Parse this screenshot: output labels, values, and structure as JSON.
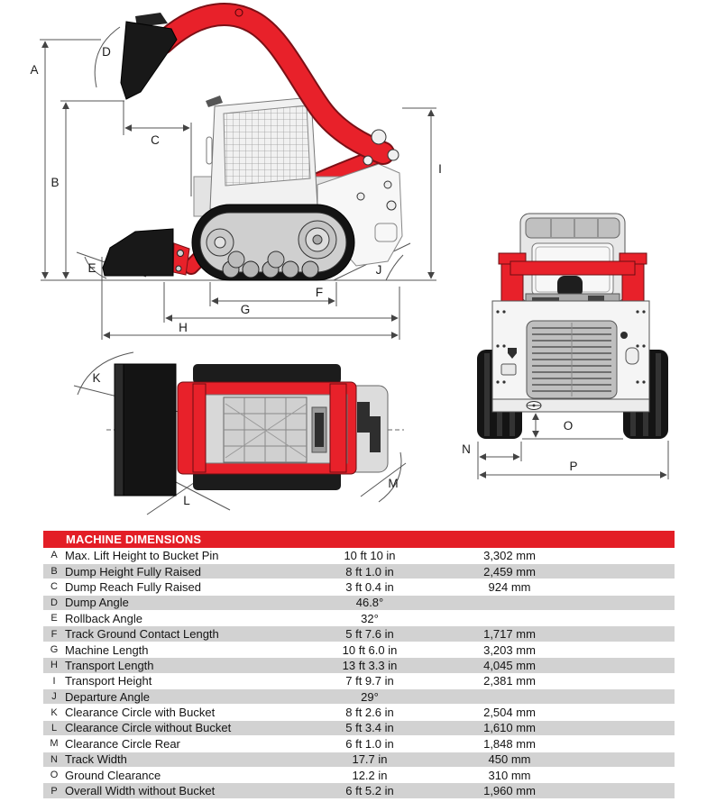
{
  "colors": {
    "machine_red": "#e8212a",
    "header_red": "#e31e26",
    "row_alt_gray": "#d2d2d2"
  },
  "diagram": {
    "labels": {
      "A": "A",
      "B": "B",
      "C": "C",
      "D": "D",
      "E": "E",
      "F": "F",
      "G": "G",
      "H": "H",
      "I": "I",
      "J": "J",
      "K": "K",
      "L": "L",
      "M": "M",
      "N": "N",
      "O": "O",
      "P": "P"
    }
  },
  "table": {
    "title": "MACHINE DIMENSIONS",
    "rows": [
      {
        "key": "A",
        "label": "Max. Lift Height to Bucket Pin",
        "imperial": "10 ft 10 in",
        "metric": "3,302 mm"
      },
      {
        "key": "B",
        "label": "Dump Height Fully Raised",
        "imperial": "8 ft 1.0 in",
        "metric": "2,459 mm"
      },
      {
        "key": "C",
        "label": "Dump Reach Fully Raised",
        "imperial": "3 ft 0.4 in",
        "metric": "924 mm"
      },
      {
        "key": "D",
        "label": "Dump Angle",
        "imperial": "46.8°",
        "metric": ""
      },
      {
        "key": "E",
        "label": "Rollback Angle",
        "imperial": "32°",
        "metric": ""
      },
      {
        "key": "F",
        "label": "Track Ground Contact Length",
        "imperial": "5 ft 7.6 in",
        "metric": "1,717 mm"
      },
      {
        "key": "G",
        "label": "Machine Length",
        "imperial": "10 ft 6.0 in",
        "metric": "3,203 mm"
      },
      {
        "key": "H",
        "label": "Transport Length",
        "imperial": "13 ft 3.3 in",
        "metric": "4,045 mm"
      },
      {
        "key": "I",
        "label": "Transport Height",
        "imperial": "7 ft 9.7 in",
        "metric": "2,381 mm"
      },
      {
        "key": "J",
        "label": "Departure Angle",
        "imperial": "29°",
        "metric": ""
      },
      {
        "key": "K",
        "label": "Clearance Circle with Bucket",
        "imperial": "8 ft 2.6 in",
        "metric": "2,504 mm"
      },
      {
        "key": "L",
        "label": "Clearance Circle without Bucket",
        "imperial": "5 ft 3.4 in",
        "metric": "1,610 mm"
      },
      {
        "key": "M",
        "label": "Clearance Circle Rear",
        "imperial": "6 ft 1.0 in",
        "metric": "1,848 mm"
      },
      {
        "key": "N",
        "label": "Track Width",
        "imperial": "17.7 in",
        "metric": "450 mm"
      },
      {
        "key": "O",
        "label": "Ground Clearance",
        "imperial": "12.2 in",
        "metric": "310 mm"
      },
      {
        "key": "P",
        "label": "Overall Width without Bucket",
        "imperial": "6 ft 5.2 in",
        "metric": "1,960 mm"
      }
    ]
  }
}
